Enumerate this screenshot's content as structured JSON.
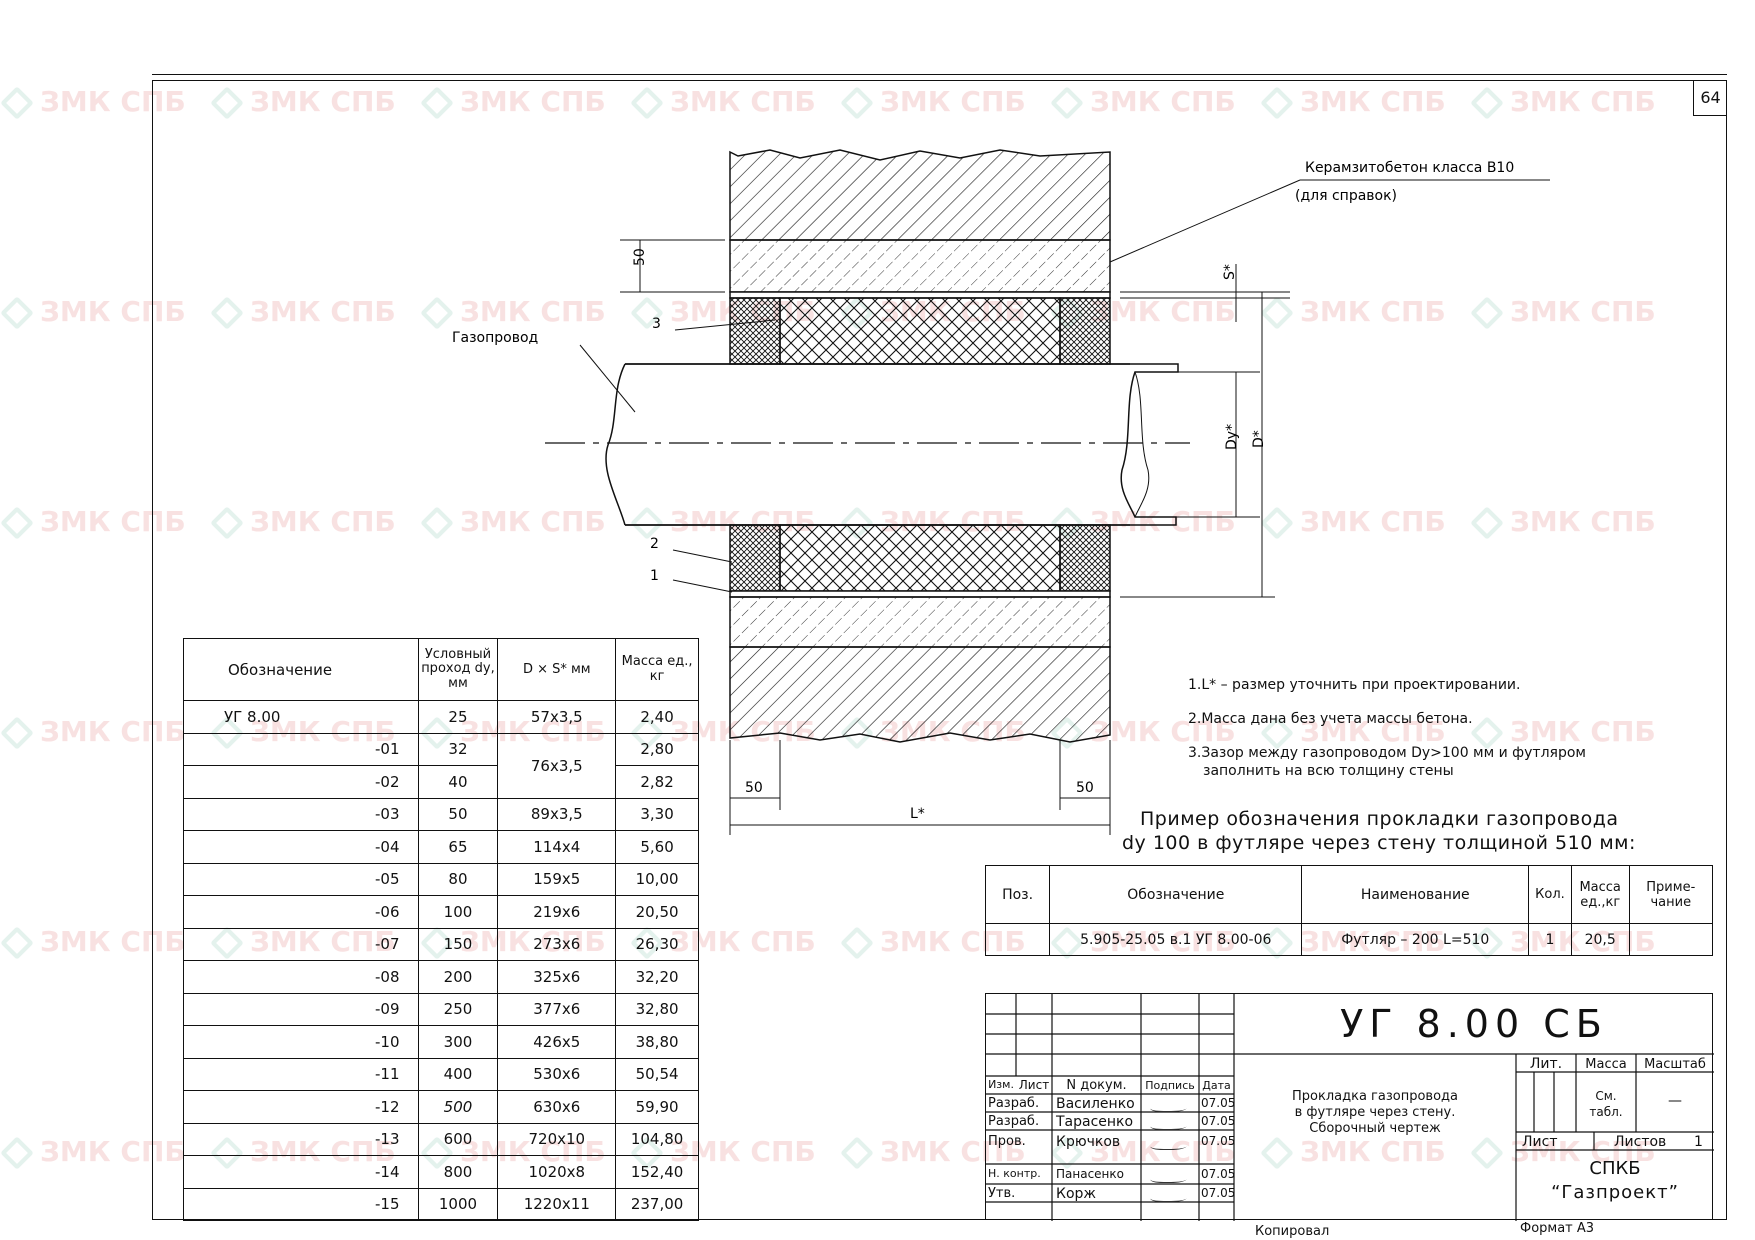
{
  "page_number": "64",
  "watermark_text": "ЗМК СПБ",
  "drawing": {
    "material_label_1": "Керамзитобетон класса В10",
    "material_label_2": "(для справок)",
    "pipe_label": "Газопровод",
    "dim_50_top": "50",
    "dim_s": "S*",
    "dim_dy": "Dy*",
    "dim_d": "D*",
    "dim_50_left": "50",
    "dim_50_right": "50",
    "dim_l": "L*",
    "pos_3": "3",
    "pos_2": "2",
    "pos_1": "1"
  },
  "notes": [
    "1.L* – размер уточнить при проектировании.",
    "2.Масса дана без учета массы бетона.",
    "3.Зазор между газопроводом Dy>100 мм и футляром",
    "заполнить на всю толщину стены"
  ],
  "example": {
    "line1": "Пример обозначения прокладки газопровода",
    "line2": "dy 100 в футляре через стену толщиной 510 мм:"
  },
  "spec_table": {
    "headers": [
      "Обозначение",
      "Условный проход dy, мм",
      "D × S* мм",
      "Масса ед., кг"
    ],
    "rows": [
      {
        "code": "УГ 8.00",
        "dy": "25",
        "ds": "57x3,5",
        "mass": "2,40"
      },
      {
        "code": "-01",
        "dy": "32",
        "ds": "76x3,5",
        "mass": "2,80"
      },
      {
        "code": "-02",
        "dy": "40",
        "ds": "",
        "mass": "2,82"
      },
      {
        "code": "-03",
        "dy": "50",
        "ds": "89x3,5",
        "mass": "3,30"
      },
      {
        "code": "-04",
        "dy": "65",
        "ds": "114x4",
        "mass": "5,60"
      },
      {
        "code": "-05",
        "dy": "80",
        "ds": "159x5",
        "mass": "10,00"
      },
      {
        "code": "-06",
        "dy": "100",
        "ds": "219x6",
        "mass": "20,50"
      },
      {
        "code": "-07",
        "dy": "150",
        "ds": "273x6",
        "mass": "26,30"
      },
      {
        "code": "-08",
        "dy": "200",
        "ds": "325x6",
        "mass": "32,20"
      },
      {
        "code": "-09",
        "dy": "250",
        "ds": "377x6",
        "mass": "32,80"
      },
      {
        "code": "-10",
        "dy": "300",
        "ds": "426x5",
        "mass": "38,80"
      },
      {
        "code": "-11",
        "dy": "400",
        "ds": "530x6",
        "mass": "50,54"
      },
      {
        "code": "-12",
        "dy": "500",
        "ds": "630x6",
        "mass": "59,90"
      },
      {
        "code": "-13",
        "dy": "600",
        "ds": "720x10",
        "mass": "104,80"
      },
      {
        "code": "-14",
        "dy": "800",
        "ds": "1020x8",
        "mass": "152,40"
      },
      {
        "code": "-15",
        "dy": "1000",
        "ds": "1220x11",
        "mass": "237,00"
      }
    ]
  },
  "bom": {
    "headers": [
      "Поз.",
      "Обозначение",
      "Наименование",
      "Кол.",
      "Масса ед.,кг",
      "Приме- чание"
    ],
    "row": {
      "pos": "",
      "code": "5.905-25.05 в.1 УГ 8.00-06",
      "name": "Футляр – 200 L=510",
      "qty": "1",
      "mass": "20,5",
      "note": ""
    }
  },
  "title_block": {
    "doc_code": "УГ 8.00 СБ",
    "title_1": "Прокладка газопровода",
    "title_2": "в футляре через стену.",
    "title_3": "Сборочный чертеж",
    "lit": "Лит.",
    "mass": "Масса",
    "scale": "Масштаб",
    "mass_val": "См. табл.",
    "scale_val": "—",
    "sheet": "Лист",
    "sheets": "Листов",
    "sheets_val": "1",
    "org_1": "СПКБ",
    "org_2": "“Газпроект”",
    "hdr": [
      "Изм.",
      "Лист",
      "N докум.",
      "Подпись",
      "Дата"
    ],
    "people": [
      {
        "role": "Разраб.",
        "name": "Василенко",
        "date": "07.05"
      },
      {
        "role": "Разраб.",
        "name": "Тарасенко",
        "date": "07.05"
      },
      {
        "role": "Пров.",
        "name": "Крючков",
        "date": "07.05"
      },
      {
        "role": "Н. контр.",
        "name": "Панасенко",
        "date": "07.05"
      },
      {
        "role": "Утв.",
        "name": "Корж",
        "date": "07.05"
      }
    ],
    "copied": "Копировал",
    "format": "Формат А3"
  }
}
